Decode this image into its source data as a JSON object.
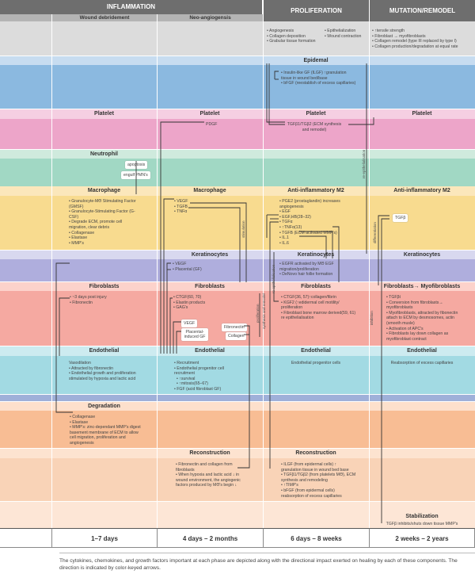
{
  "phases": {
    "inflammation": "INFLAMMATION",
    "wound_debridement": "Wound debridement",
    "neo_angiogensis": "Neo-angiogensis",
    "proliferation": "PROLIFERATION",
    "mutation": "MUTATION/REMODEL"
  },
  "summary": {
    "proliferation_a": [
      "Angiogenesis",
      "Collagen deposition",
      "Grabular tissue formation"
    ],
    "proliferation_b": [
      "Epithelialization",
      "Wound contraction"
    ],
    "mutation": [
      "↑tensile strength",
      "Fibroblast → myofibroblasts",
      "Collagen remodel (type III replaced by type I)",
      "Collagen production/degradation at equal rate"
    ]
  },
  "epidermal": {
    "title": "Epidemal",
    "items": [
      "Insulin-like GF (ILGF) ↑granulation tissue in wound bed/base",
      "bFGF (reestablish of excess capillaries)"
    ]
  },
  "platelet": {
    "title": "Platelet",
    "neo": "PDGF",
    "prolif": "TGFβ1/TGβ2 (ECM synthesis and remodel)"
  },
  "neutrophil": {
    "title": "Neutrophil",
    "boxes": [
      "apoptosis",
      "engulf PMN's"
    ]
  },
  "macrophage": {
    "title": "Macrophage",
    "m2_title": "Anti-inflammatory M2",
    "wound": [
      "Granulocyte-MΘ Stimulating Factor (GMSF)",
      "Granulocyte-Stimulating Factor (G-CSF)",
      "Degrade ECM, promote cell migration, clear debris",
      "Collagenase",
      "Elastase",
      "MMP's"
    ],
    "neo": [
      "VEGF",
      "TGFB",
      "TNFα"
    ],
    "prolif": [
      "PGE2 (prostaglandin) increases angiogenesis",
      "EGF",
      "EGF,HB(28–32)",
      "TGFα",
      "↑TNFα(13)",
      "TGFB (ECM activated MMP's)",
      "IL.1",
      "IL.6"
    ],
    "mut_box": "TGFβ"
  },
  "keratinocytes": {
    "title": "Keratinocytes",
    "neo": [
      "VEGF",
      "Placental (GF)"
    ],
    "prolif": [
      "EGFR activated by MΘ EGF migration/proliferation",
      "DeNovo hair follie formation"
    ]
  },
  "fibroblasts": {
    "title": "Fibroblasts",
    "mut_title": "Fibroblasts→ Myofibroblasts",
    "wound": [
      "~3 days post injury",
      "Fibronectin"
    ],
    "neo": [
      "CTGF(60, 70)",
      "Elastin products",
      "GAG's"
    ],
    "neo_boxes": [
      "VEGF",
      "Placental-induced GF",
      "Fibronectin",
      "Collagen"
    ],
    "prolif": [
      "CTGF(36, 57)↑collagen/fibrin",
      "KGF2 (↑edidermal cell motility/ proliferation",
      "Fibroblast bone marrow derived(59, 61) re epithelialisation"
    ],
    "mut": [
      "TGFβt",
      "Conversion from fibroblasts→ myofibroblasts",
      "Myofibroblasts, attracted by fibonectin attach to ECM by desmosomes, actin (smooth musle)",
      "Activation of APC's",
      "Fibroblasts lay down collagen as myofibroblast contract"
    ]
  },
  "endothelial": {
    "title": "Endothelial",
    "wound_head": "Vasodilation",
    "wound": [
      "Attracted by fibronectin",
      "Endothelial growth and proliferation stimulated by hypoxia and lactic acid"
    ],
    "neo": [
      "Recruitment",
      "Endothelial progenitor cell recruitment",
      "↑survival",
      "↑mitosis(65–67)",
      "FGF (acid fibroblast GF)"
    ],
    "prolif": "Endothelial progenitor cells",
    "mut": "Reabsorption of excess capillaries"
  },
  "degradation": {
    "title": "Degradation",
    "items": [
      "Collagenase",
      "Elastase",
      "MMP's: zinc-dependant MMP's digest basement membrane of ECM to allow cell migration, proliferation and angiogenesis"
    ]
  },
  "reconstruction": {
    "title": "Reconstruction",
    "neo": [
      "Fibronectin and collagen from fibroblasts",
      "When hypoxia and lactic acid ↓ in wound environment, the angiogenic factors produced by MΘ's begin ↓"
    ],
    "prolif": [
      "ILGF (from epidermal cells) ↑ granulation tissue in wound bed base",
      "TGFβ1/TGβ2 (from platelets MΘ), ECM synthesis and remodeling",
      "↑TIMP's",
      "bFGF (from epidermal cells) reabsorption of excess capillaries"
    ]
  },
  "stabilization": {
    "title": "Stabilization",
    "text": "TGFβ inhibits/shuts down tissue MMP's"
  },
  "arrow_labels": {
    "stimulation": "stimulation",
    "synthesis": "synthesis and remodel",
    "proliferation": "proliferation",
    "reepi": "re-epithelialisation",
    "differentiation": "differentiation",
    "inhibition": "inhibition"
  },
  "timeline": [
    "1–7 days",
    "4 days – 2 months",
    "6 days – 8 weeks",
    "2 weeks – 2 years"
  ],
  "caption": "The cytokines, chemokines, and growth factors important at each phase are depicted along with the directional impact exerted on healing by each of these components. The direction is indicated by color-keyed arrows."
}
